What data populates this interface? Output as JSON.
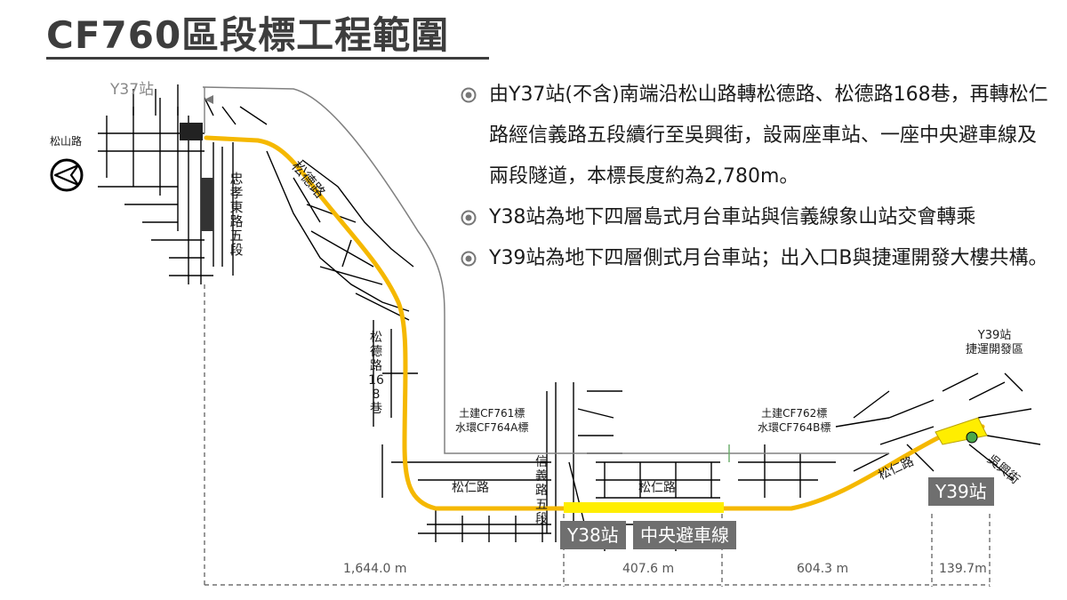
{
  "title": "CF760區段標工程範圍",
  "bullets": [
    "由Y37站(不含)南端沿松山路轉松德路、松德路168巷，再轉松仁路經信義路五段續行至吳興街，設兩座車站、一座中央避車線及兩段隧道，本標長度約為2,780m。",
    "Y38站為地下四層島式月台車站與信義線象山站交會轉乘",
    "Y39站為地下四層側式月台車站；出入口B與捷運開發大樓共構。"
  ],
  "map": {
    "station_y37": "Y37站",
    "road_songshan": "松山路",
    "road_songde": "松德路",
    "road_zhongxiao": "忠孝東路五段",
    "road_songde168": "松德路168巷",
    "contract_cf761": "土建CF761標",
    "contract_cf764a": "水環CF764A標",
    "contract_cf762": "土建CF762標",
    "contract_cf764b": "水環CF764B標",
    "road_xinyi": "信義路五段",
    "road_songren_1": "松仁路",
    "road_songren_2": "松仁路",
    "road_songren_3": "松仁路",
    "road_wuxing": "吳興街",
    "y39_dev_line1": "Y39站",
    "y39_dev_line2": "捷運開發區",
    "badge_y38": "Y38站",
    "badge_siding": "中央避車線",
    "badge_y39": "Y39站"
  },
  "dimensions": [
    "1,644.0 m",
    "407.6 m",
    "604.3 m",
    "139.7m"
  ],
  "colors": {
    "route": "#f5b800",
    "route_highlight": "#ffee00",
    "badge": "#6f6f6f",
    "boundary": "#808080",
    "streets": "#000000"
  }
}
